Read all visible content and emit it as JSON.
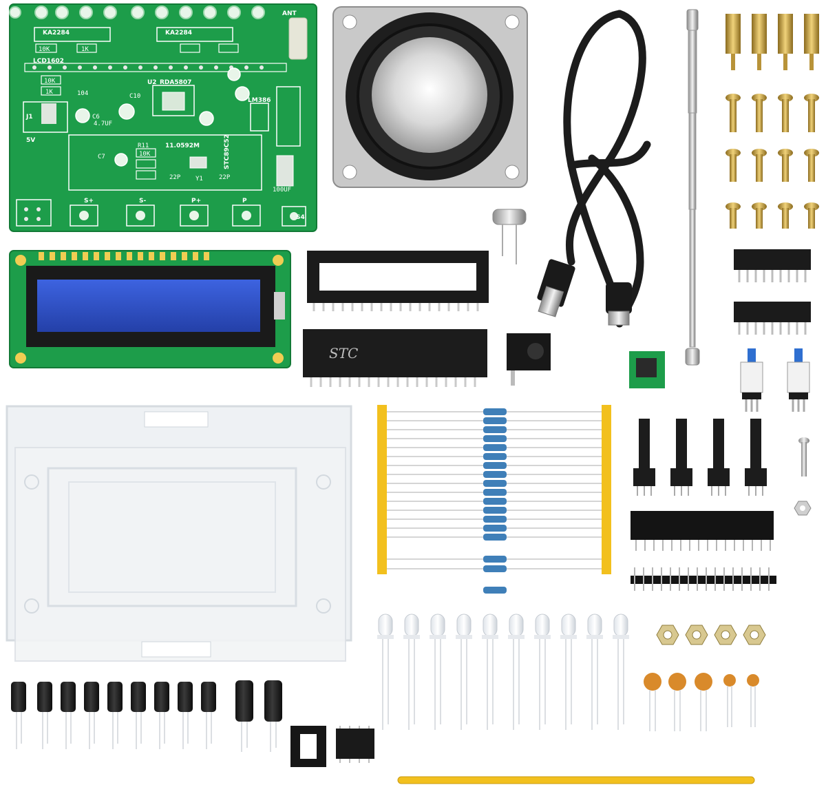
{
  "pcb": {
    "amp_label": "KA2284",
    "amp_label_2": "KA2284",
    "lcd_label": "LCD1602",
    "chip_label": "RDA5807",
    "u2_label": "U2",
    "ant_label": "ANT",
    "crystal_label": "11.0592M",
    "mcu_label": "STC89C52",
    "cap_label": "4.7UF",
    "dc_label": "5V",
    "jack_label": "J1",
    "cap100_label": "100UF",
    "r10k": "10K",
    "r1k": "1K",
    "cap104": "104",
    "lm_label": "LM386",
    "cap22p": "22P",
    "y1": "Y1",
    "btn_s_plus": "S+",
    "btn_s_minus": "S-",
    "btn_p_plus": "P+",
    "btn_p": "P",
    "btn_s4": "S4",
    "r11": "R11",
    "c7": "C7",
    "c6": "C6",
    "c10": "C10"
  },
  "mcu_chip": {
    "brand": "STC"
  },
  "colors": {
    "pcb_green": "#1d9d4a",
    "lcd_blue": "#2f52c8",
    "acrylic": "#eef1f4",
    "cable": "#1c1c1c",
    "resistor": "#3f7fb8",
    "ceramic": "#d98a2b",
    "tape": "#f2c01e"
  }
}
